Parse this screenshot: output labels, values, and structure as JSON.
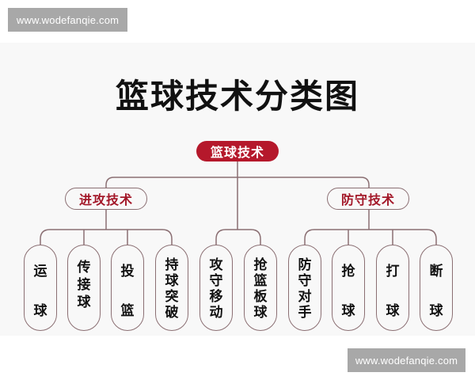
{
  "watermarks": {
    "top_left": "www.wodefanqie.com",
    "bottom_right": "www.wodefanqie.com"
  },
  "diagram": {
    "title": "篮球技术分类图",
    "root": {
      "label": "篮球技术",
      "color": "#b5182b"
    },
    "branches": [
      {
        "label": "进攻技术",
        "text_color": "#a31829",
        "children": [
          {
            "label": "运球",
            "chars": [
              "运",
              "球"
            ]
          },
          {
            "label": "传接球",
            "chars": [
              "传",
              "接",
              "球"
            ]
          },
          {
            "label": "投篮",
            "chars": [
              "投",
              "篮"
            ]
          },
          {
            "label": "持球突破",
            "chars": [
              "持",
              "球",
              "突",
              "破"
            ]
          }
        ]
      },
      {
        "label": "shared",
        "children": [
          {
            "label": "攻守移动",
            "chars": [
              "攻",
              "守",
              "移",
              "动"
            ]
          },
          {
            "label": "抢篮板球",
            "chars": [
              "抢",
              "篮",
              "板",
              "球"
            ]
          }
        ]
      },
      {
        "label": "防守技术",
        "text_color": "#a31829",
        "children": [
          {
            "label": "防守对手",
            "chars": [
              "防",
              "守",
              "对",
              "手"
            ]
          },
          {
            "label": "抢球",
            "chars": [
              "抢",
              "球"
            ]
          },
          {
            "label": "打球",
            "chars": [
              "打",
              "球"
            ]
          },
          {
            "label": "断球",
            "chars": [
              "断",
              "球"
            ]
          }
        ]
      }
    ],
    "line_color": "#8b6f73",
    "panel_bg": "#f8f8f8"
  }
}
